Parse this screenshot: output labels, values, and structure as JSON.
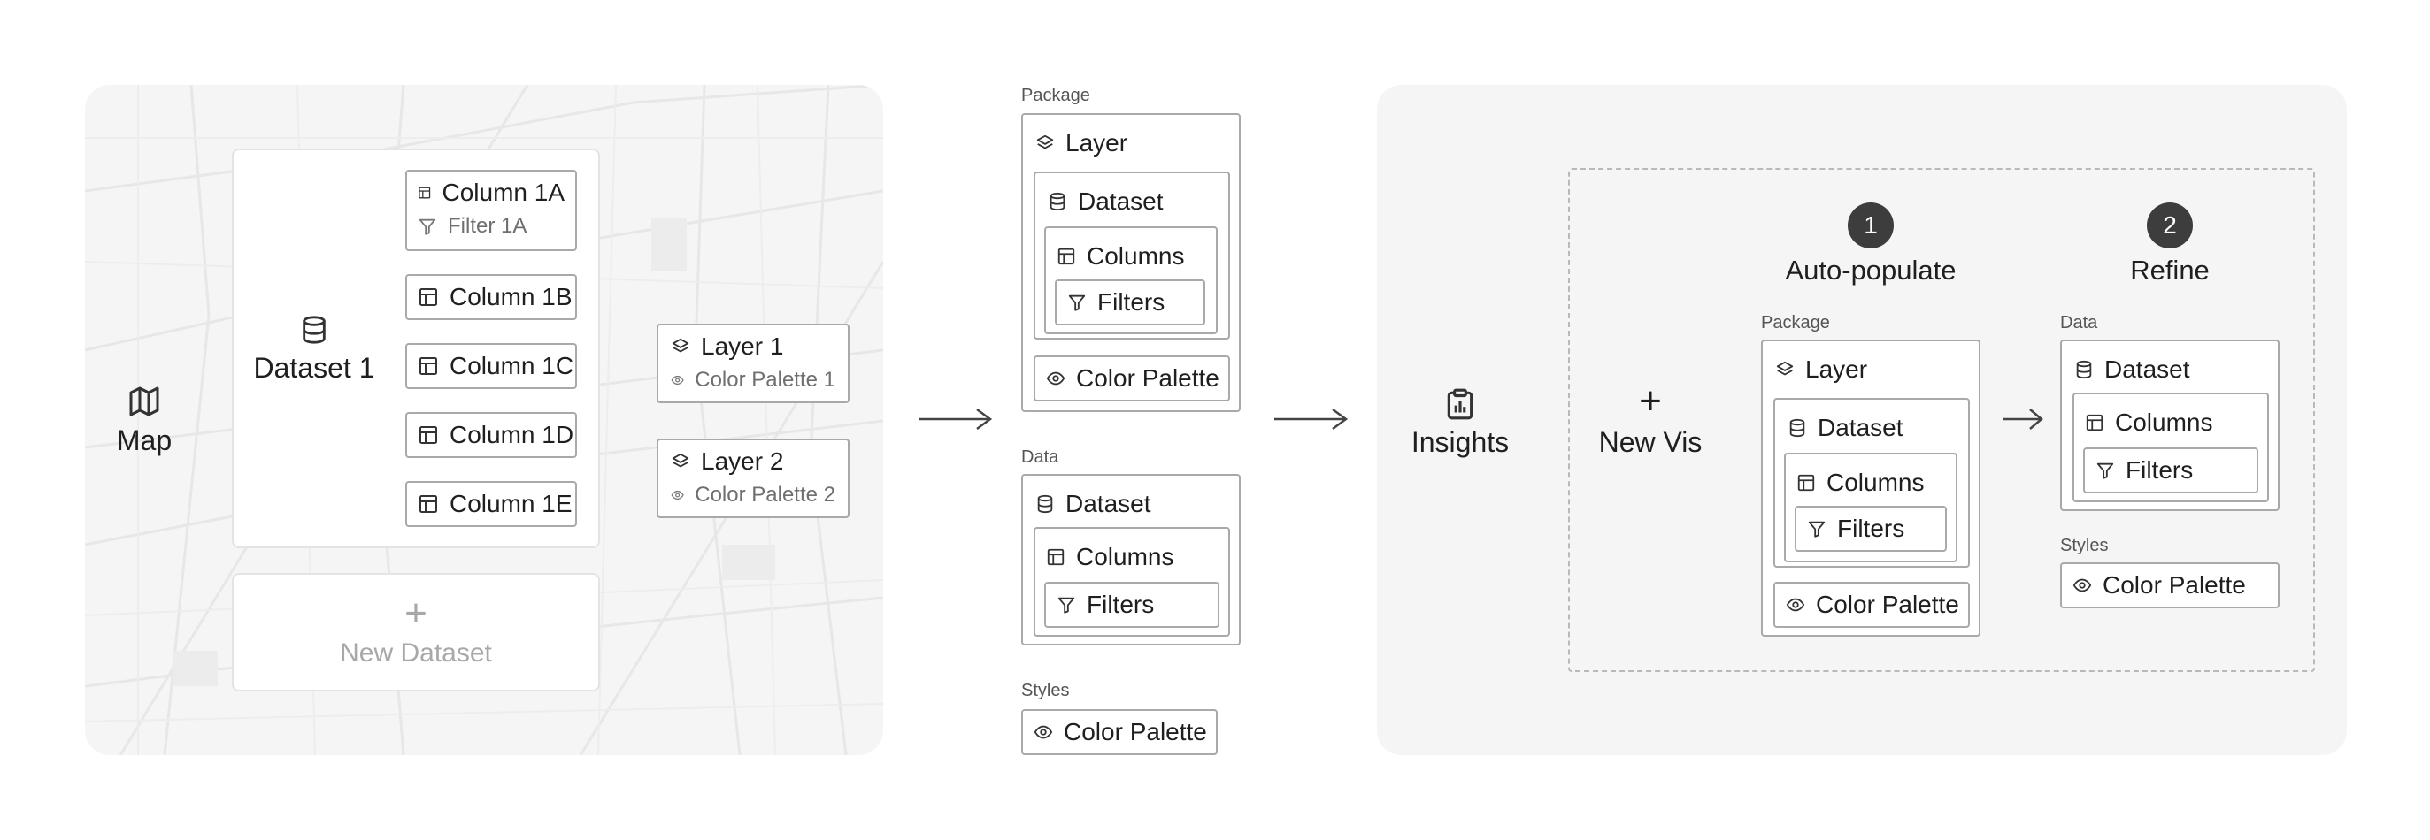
{
  "map_panel": {
    "map_label": "Map",
    "dataset_label": "Dataset 1",
    "columns": [
      {
        "label": "Column 1A",
        "filter": "Filter 1A"
      },
      {
        "label": "Column 1B"
      },
      {
        "label": "Column 1C"
      },
      {
        "label": "Column 1D"
      },
      {
        "label": "Column 1E"
      }
    ],
    "new_dataset": {
      "plus": "+",
      "label": "New Dataset"
    },
    "layers": [
      {
        "label": "Layer 1",
        "palette": "Color Palette 1"
      },
      {
        "label": "Layer 2",
        "palette": "Color Palette 2"
      }
    ]
  },
  "middle": {
    "package_caption": "Package",
    "layer": "Layer",
    "dataset": "Dataset",
    "columns": "Columns",
    "filters": "Filters",
    "color_palette": "Color Palette",
    "data_caption": "Data",
    "data_dataset": "Dataset",
    "data_columns": "Columns",
    "data_filters": "Filters",
    "styles_caption": "Styles",
    "styles_palette": "Color Palette"
  },
  "insights_panel": {
    "insights_label": "Insights",
    "new_vis_plus": "+",
    "new_vis_label": "New Vis",
    "step1_number": "1",
    "step1_label": "Auto-populate",
    "step2_number": "2",
    "step2_label": "Refine",
    "package_caption": "Package",
    "layer": "Layer",
    "dataset": "Dataset",
    "columns": "Columns",
    "filters": "Filters",
    "color_palette": "Color Palette",
    "data_caption": "Data",
    "r_dataset": "Dataset",
    "r_columns": "Columns",
    "r_filters": "Filters",
    "styles_caption": "Styles",
    "r_palette": "Color Palette"
  },
  "icons": [
    "map-icon",
    "database-icon",
    "table-icon",
    "filter-icon",
    "layers-icon",
    "eye-icon",
    "clipboard-chart-icon",
    "arrow-right-icon",
    "plus-icon"
  ]
}
